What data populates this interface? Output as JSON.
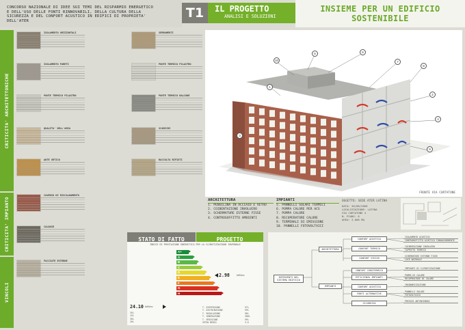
{
  "header": {
    "competition_lines": [
      "CONCORSO NAZIONALE DI IDEE SUI TEMI DEL RISPARMIO ENERGETICO",
      "E DELL'USO DELLE FONTI RINNOVABILI, DELLA CULTURA DELLA",
      "SICUREZZA E DEL CONFORT ACUSTICO IN EDIFICI DI PROPRIETA'",
      "DELL'ATER"
    ],
    "code": "T1",
    "project_title": "IL PROGETTO",
    "project_subtitle": "ANALISI E SOLUZIONI",
    "main_title_line1": "INSIEME PER UN EDIFICIO",
    "main_title_line2": "SOSTENIBILE"
  },
  "sidebars": {
    "architecture": "CRITICITA' ARCHITETTONICHE",
    "plant": "CRITICITA' IMPIANTO",
    "constraints": "VINCOLI"
  },
  "criticality_blocks": [
    {
      "title": "ISOLAMENTO ORIZZONTALI",
      "photo_color": "#8a7f70"
    },
    {
      "title": "SERRAMENTI",
      "photo_color": "#b09a78"
    },
    {
      "title": "ISOLAMENTO PARETI",
      "photo_color": "#9e9890"
    },
    {
      "title": "PONTE TERMICO PILASTRO",
      "photo_color": "#d0d0c8"
    },
    {
      "title": "PONTE TERMICO PILASTRO",
      "photo_color": "#c8c8c0"
    },
    {
      "title": "PONTE TERMICO BALCONE",
      "photo_color": "#8a8a84"
    },
    {
      "title": "QUALITA' DELL'ARIA",
      "photo_color": "#c9b89c"
    },
    {
      "title": "SCARICHI",
      "photo_color": "#a89880"
    },
    {
      "title": "ANTE URTICO",
      "photo_color": "#c09048"
    },
    {
      "title": "RACCOLTA RIFIUTI",
      "photo_color": "#b6a686"
    },
    {
      "title": "CAVEDIO DI RISCALDAMENTO",
      "photo_color": "#9a5a4a"
    },
    {
      "title": "CALDAIE",
      "photo_color": "#6e6a62"
    },
    {
      "title": "FACCIATE ESTERNE",
      "photo_color": "#b8b0a0"
    }
  ],
  "building": {
    "facade_caption": "FRONTE VIA CURTATONE",
    "callouts": [
      "1",
      "2",
      "3",
      "4",
      "5",
      "6",
      "7",
      "8",
      "9",
      "10"
    ]
  },
  "legend": {
    "architecture_title": "ARCHITETTURA",
    "architecture_items": [
      "1. PENSILINA IN ACCIAIO E VETRO",
      "2. COIBENTAZIONE INVOLUCRO",
      "3. SCHERMATURE ESTERNE FISSE",
      "4. CONTROSOFFITTO AMBIENTI"
    ],
    "plant_title": "IMPIANTI",
    "plant_items": [
      "5. PANNELLI SOLARI TERMICI",
      "6. POMPA CALORE PER ACS",
      "7. POMPA CALORE",
      "8. RECUPERATORE CALORE",
      "9. TERMINALI DI EMISSIONE",
      "10. PANNELLI FOTOVOLTAICI"
    ],
    "site_title": "OGGETTO: SEDE ATER LATINA",
    "site_lines": [
      "DATA: 30/06/2009",
      "LOCALIZZAZIONE: LATINA",
      "VIA CURTATONE 4",
      "N. PIANI: 6",
      "AREA: 3.000 MQ"
    ]
  },
  "energy": {
    "stato_label": "STATO DI FATTO",
    "progetto_label": "PROGETTO",
    "subtitle": "INDICE DI PRESTAZIONE ENERGETICA PER LA CLIMATIZZAZIONE INVERNALE",
    "project_value": "2.98",
    "unit": "kWh/mc",
    "stato_value": "24.10",
    "classes": [
      {
        "label": "A+",
        "color": "#1a8a3a"
      },
      {
        "label": "A",
        "color": "#2aa040"
      },
      {
        "label": "B",
        "color": "#5cb848"
      },
      {
        "label": "C",
        "color": "#9ccc3c"
      },
      {
        "label": "D",
        "color": "#e6d830"
      },
      {
        "label": "E",
        "color": "#f0b020"
      },
      {
        "label": "F",
        "color": "#e87820"
      },
      {
        "label": "G",
        "color": "#d83020"
      },
      {
        "label": "H",
        "color": "#b81818"
      }
    ],
    "stato_rows": [
      {
        "label": "35%",
        "value": ""
      },
      {
        "label": "15%",
        "value": ""
      },
      {
        "label": "30%",
        "value": ""
      },
      {
        "label": "20%",
        "value": ""
      }
    ],
    "project_rows": [
      {
        "label": "T. DISPERSIONE",
        "value": "97%"
      },
      {
        "label": "T. DISTRIBUZIONE",
        "value": "99%"
      },
      {
        "label": "T. REGOLAZIONE",
        "value": "98%"
      },
      {
        "label": "T. GENERAZIONE",
        "value": "300%"
      },
      {
        "label": "T. EMISSIONE",
        "value": "99%"
      },
      {
        "label": "VETRO MEDIO",
        "value": "3.6"
      }
    ]
  },
  "tree": {
    "root": "INTERVENTI NEL SISTEMA EDIFICIO",
    "branches": [
      {
        "label": "ARCHITETTURA",
        "groups": [
          {
            "label": "CONFORT ACUSTICO",
            "leaves": [
              "ISOLAMENTO ACUSTICO",
              "CONTROSOFFITTO ACUSTICO FONOASSORBENTE"
            ]
          },
          {
            "label": "CONFORT TERMICO",
            "leaves": [
              "COIBENTAZIONE INVOLUCRO",
              "CAPPOTTO TERMICO"
            ]
          },
          {
            "label": "CONFORT VISIVO",
            "leaves": [
              "SCHERMATURE ESTERNE FISSE",
              "LUCE NATURALE"
            ]
          }
        ]
      },
      {
        "label": "IMPIANTI",
        "groups": [
          {
            "label": "CONFORT IGROTERMICO",
            "leaves": [
              "IMPIANTI DI CLIMATIZZAZIONE"
            ]
          },
          {
            "label": "EFFICIENZA IMPIANTI",
            "leaves": [
              "POMPA DI CALORE",
              "RECUPERATORE DI CALORE"
            ]
          },
          {
            "label": "CONFORT ACUSTICO",
            "leaves": [
              "INSONORIZZAZIONE"
            ]
          },
          {
            "label": "FONTI ALTERNATIVE",
            "leaves": [
              "PANNELLI SOLARI",
              "FOTOVOLTAICO"
            ]
          },
          {
            "label": "SICUREZZA",
            "leaves": [
              "PRESIDI ANTINCENDIO"
            ]
          }
        ]
      }
    ]
  }
}
